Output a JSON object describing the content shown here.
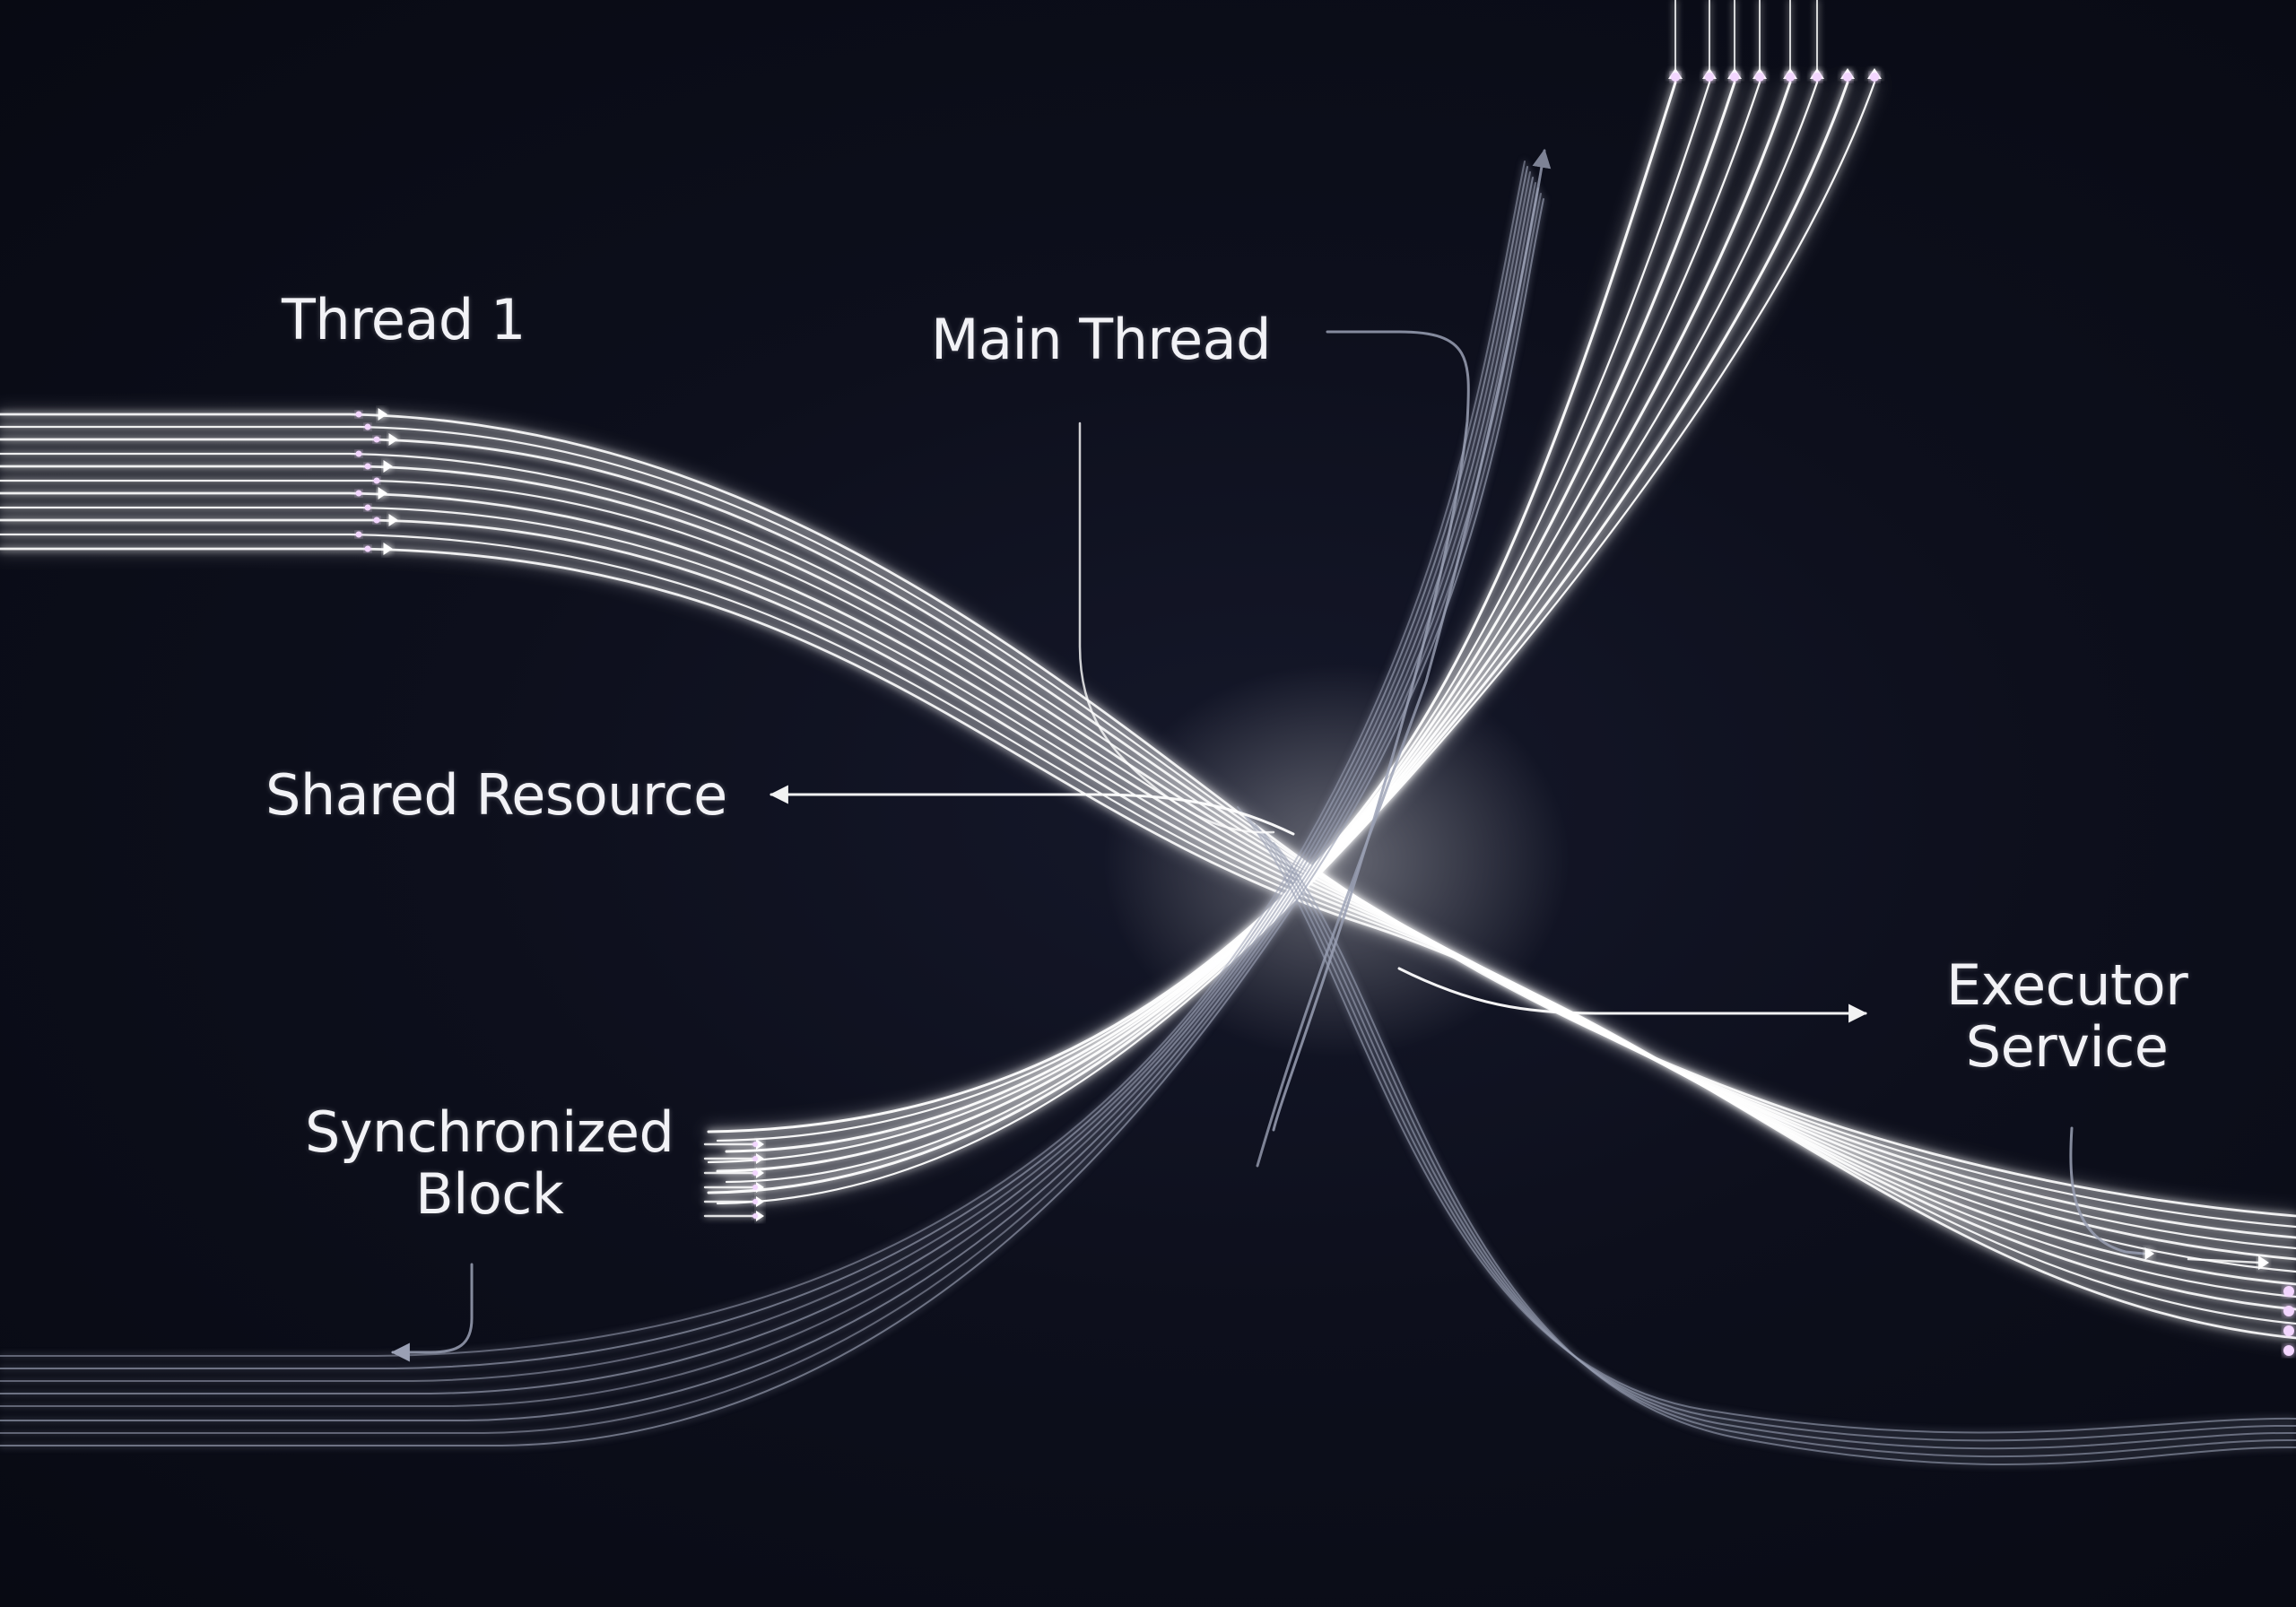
{
  "diagram": {
    "background_color": "#0b0d18",
    "strand_color": "#ffffff",
    "glow_color": "#f3d6ff",
    "connector_color": "#9aa0b4",
    "labels": {
      "thread_1": "Thread 1",
      "main_thread": "Main Thread",
      "shared_resource": "Shared Resource",
      "synchronized_block": [
        "Synchronized",
        "Block"
      ],
      "executor_service": [
        "Executor",
        "Service"
      ]
    }
  }
}
